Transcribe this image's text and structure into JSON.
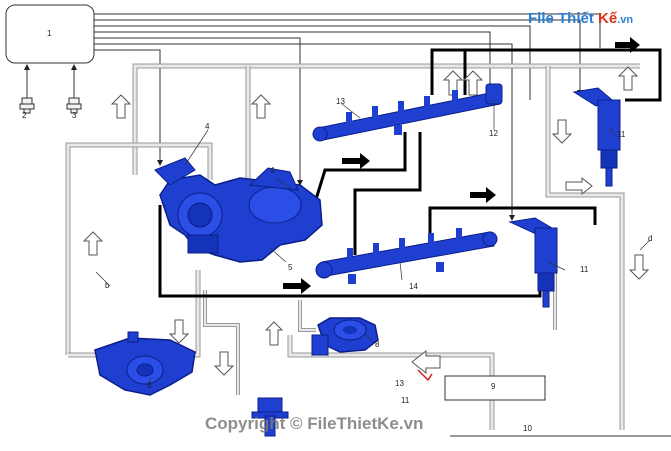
{
  "colors": {
    "component_blue": "#1f3fd0",
    "component_dark": "#0b1f8a",
    "pipe_black": "#000000",
    "return_grey": "#c8c8c8",
    "signal_dark": "#333333",
    "watermark_blue": "#2a7fd4",
    "watermark_red": "#e0301e"
  },
  "icons": {
    "flow_arrow_black": "black-solid-arrow",
    "flow_arrow_hollow": "hollow-outline-arrow",
    "sensor_1": "sensor-plug-icon",
    "sensor_2": "sensor-plug-icon"
  },
  "labels": {
    "ecu_box": "1",
    "sensor_left": "2",
    "sensor_right": "3",
    "pump_top": "4",
    "pump_right": "4",
    "pump_body": "5",
    "low_pressure_pump": "6",
    "fuel_filter_pump": "8",
    "return_box": "9",
    "tank_line": "10",
    "injector_top": "11",
    "injector_bottom": "11",
    "bottom_left_11": "11",
    "rail_sensor": "12",
    "rail_top": "13",
    "bottom_13": "13",
    "rail_bottom": "14",
    "line_b": "b",
    "line_d": "d"
  },
  "watermark": {
    "top_file": "File",
    "top_thiet": "Thiết",
    "top_ke": "Kế",
    "top_domain": ".vn",
    "bottom": "Copyright © FileThietKe.vn"
  }
}
